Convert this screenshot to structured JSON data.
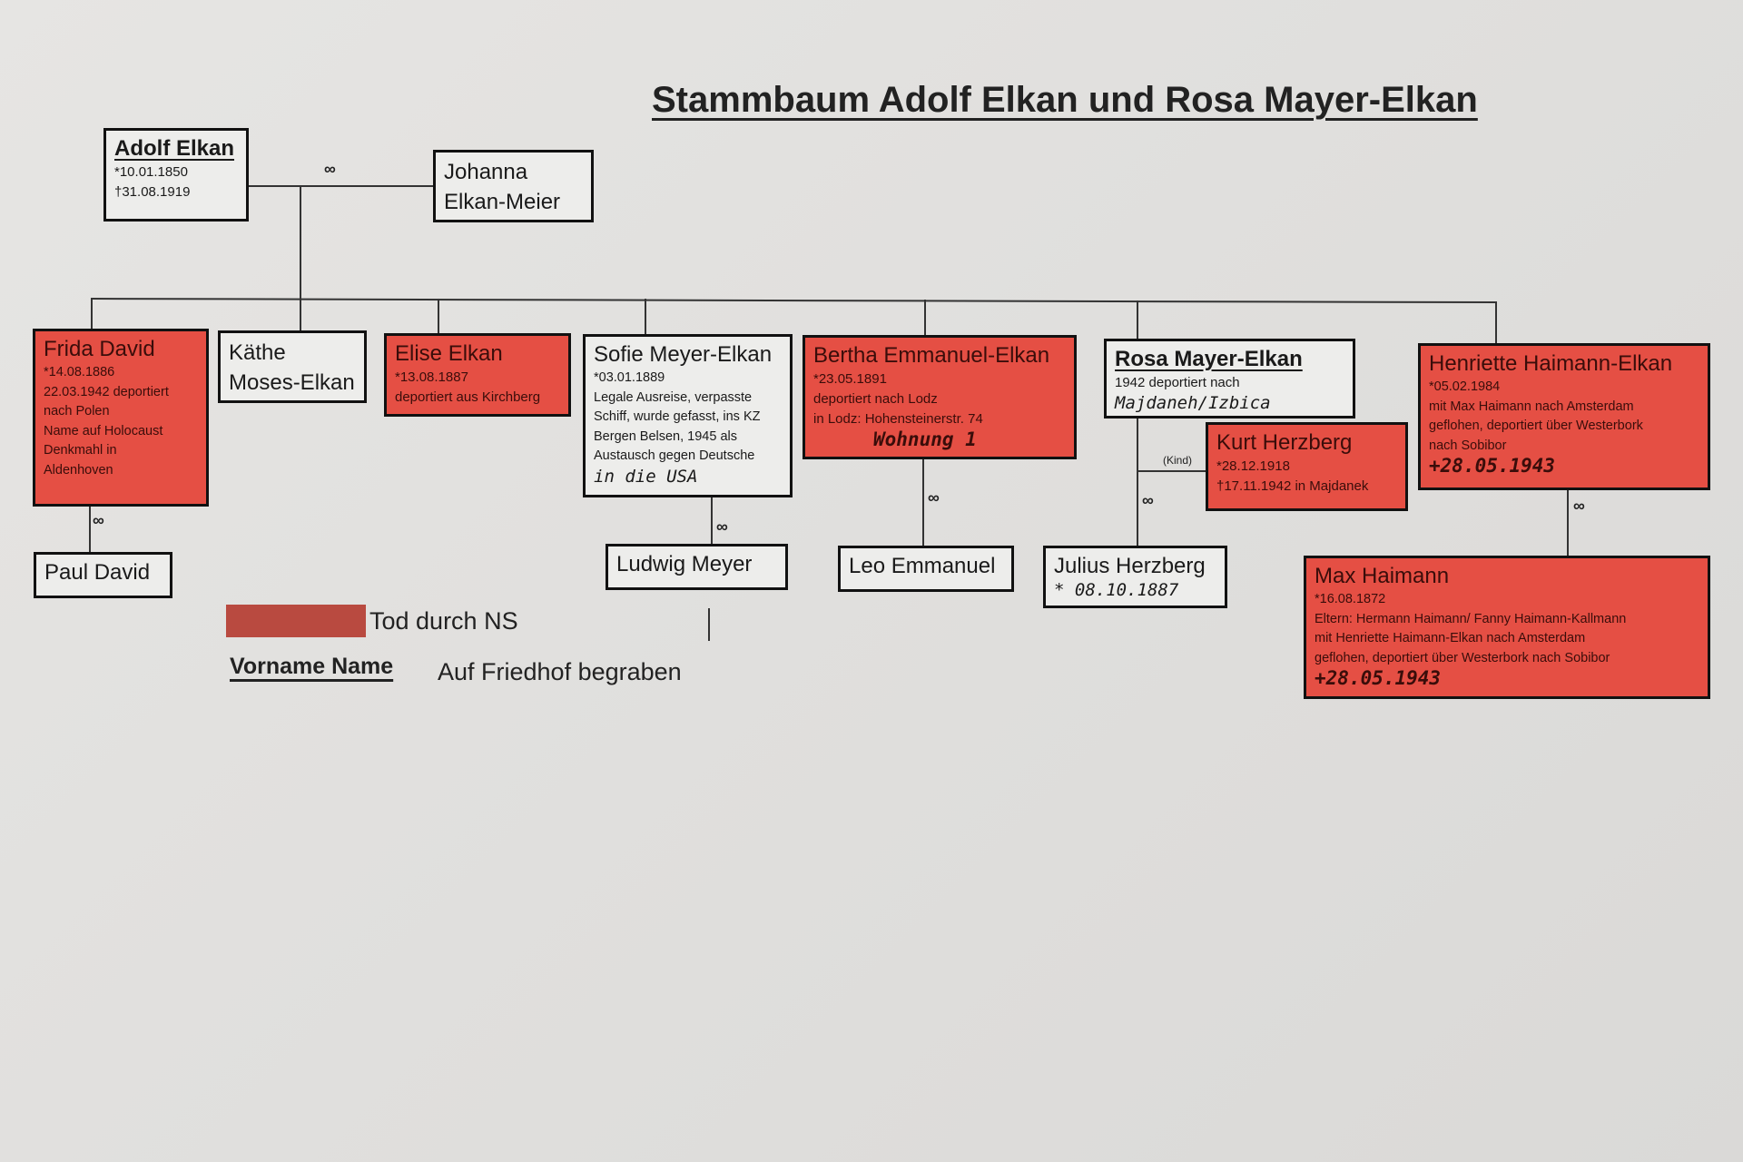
{
  "title": "Stammbaum Adolf Elkan und Rosa Mayer-Elkan",
  "marriage_symbol": "∞",
  "colors": {
    "deceased_ns": "#e54f44",
    "box_bg": "#ededeb",
    "border": "#111111"
  },
  "people": {
    "adolf": {
      "name": "Adolf Elkan",
      "info": "*10.01.1850\n†31.08.1919"
    },
    "johanna": {
      "name": "Johanna\nElkan-Meier"
    },
    "frida": {
      "name": "Frida David",
      "info": "*14.08.1886\n22.03.1942 deportiert\nnach Polen\nName auf Holocaust\nDenkmahl in\nAldenhoven"
    },
    "kaethe": {
      "name": "Käthe\nMoses-Elkan"
    },
    "elise": {
      "name": "Elise Elkan",
      "info": "*13.08.1887\ndeportiert aus Kirchberg"
    },
    "sofie": {
      "name": "Sofie Meyer-Elkan",
      "info": "*03.01.1889\nLegale Ausreise, verpasste\nSchiff, wurde gefasst, ins KZ\nBergen Belsen, 1945 als\nAustausch gegen Deutsche",
      "hand": "in die USA"
    },
    "bertha": {
      "name": "Bertha Emmanuel-Elkan",
      "info": "*23.05.1891\ndeportiert nach Lodz\nin Lodz: Hohensteinerstr. 74",
      "hand": "Wohnung 1"
    },
    "rosa": {
      "name": "Rosa Mayer-Elkan",
      "info": "1942 deportiert nach",
      "hand": "Majdaneh/Izbica"
    },
    "kurt": {
      "name": "Kurt Herzberg",
      "info": "*28.12.1918\n†17.11.1942 in Majdanek",
      "relation": "(Kind)"
    },
    "henriette": {
      "name": "Henriette Haimann-Elkan",
      "info": "*05.02.1984\nmit Max Haimann nach Amsterdam\ngeflohen, deportiert über Westerbork\nnach Sobibor",
      "hand": "+28.05.1943"
    },
    "paul": {
      "name": "Paul David"
    },
    "ludwig": {
      "name": "Ludwig Meyer"
    },
    "leo": {
      "name": "Leo Emmanuel"
    },
    "julius": {
      "name": "Julius Herzberg",
      "hand": "* 08.10.1887"
    },
    "max": {
      "name": "Max Haimann",
      "info": "*16.08.1872\nEltern: Hermann Haimann/ Fanny Haimann-Kallmann\nmit Henriette Haimann-Elkan nach Amsterdam\ngeflohen, deportiert über Westerbork nach Sobibor",
      "hand": "+28.05.1943"
    }
  },
  "legend": {
    "red_label": "Tod durch NS",
    "underline_sample": "Vorname Name",
    "underline_label": "Auf Friedhof begraben"
  }
}
